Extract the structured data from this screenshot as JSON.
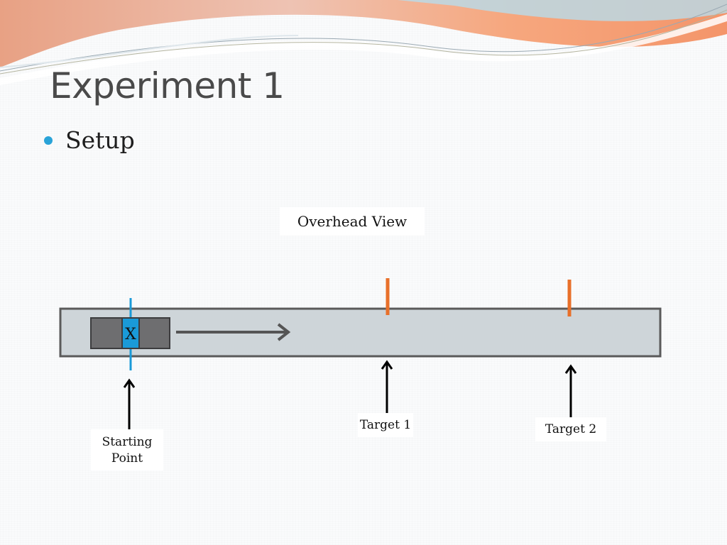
{
  "slide": {
    "title": "Experiment 1",
    "bullet": "Setup"
  },
  "diagram": {
    "view_label": "Overhead View",
    "cart_marker": "X",
    "start_label_line1": "Starting",
    "start_label_line2": "Point",
    "target1_label": "Target 1",
    "target2_label": "Target 2"
  },
  "colors": {
    "title": "#4a4a4a",
    "bullet": "#29a3d8",
    "track_fill": "#ced5d9",
    "track_border": "#5a5a5a",
    "cart_body": "#6e6e70",
    "cart_center": "#1a9ad8",
    "start_line": "#1a9ad8",
    "target_mark": "#e8702a",
    "arrow": "#000000",
    "motion_arrow": "#555555"
  }
}
